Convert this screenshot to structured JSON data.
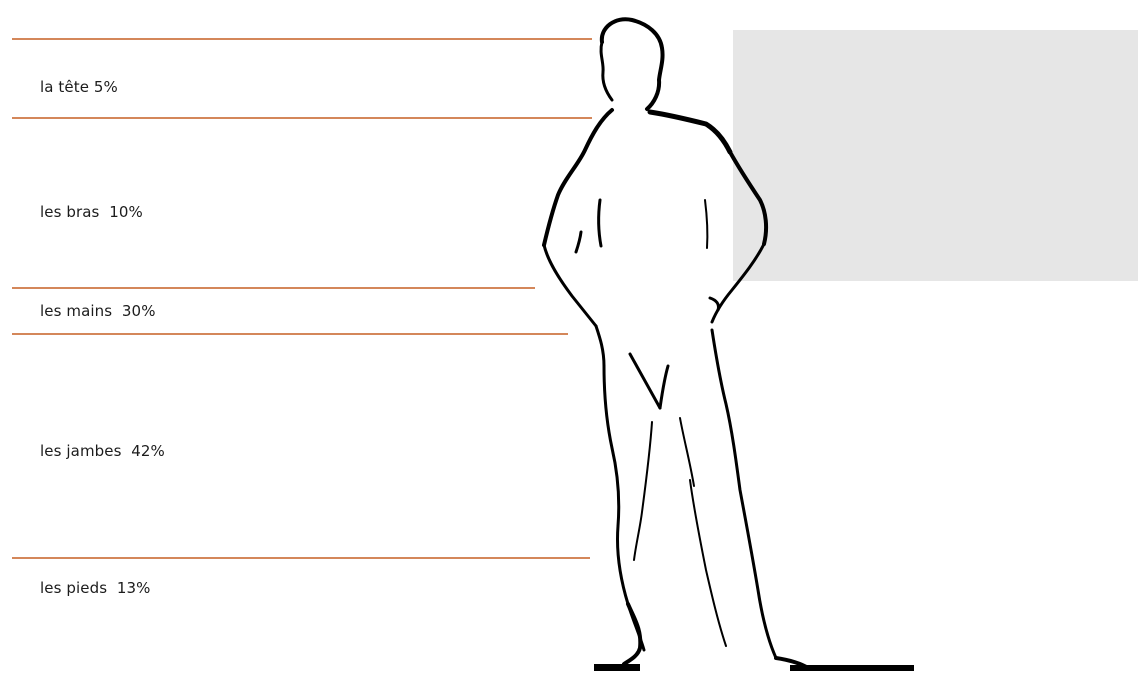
{
  "colors": {
    "divider": "#d4875a",
    "panel": "#e6e6e6",
    "figure": "#000000",
    "text": "#1c1c1c"
  },
  "regions": [
    {
      "label": "la tête 5%"
    },
    {
      "label": "les bras  10%"
    },
    {
      "label": "les mains  30%"
    },
    {
      "label": "les jambes  42%"
    },
    {
      "label": "les pieds  13%"
    }
  ]
}
